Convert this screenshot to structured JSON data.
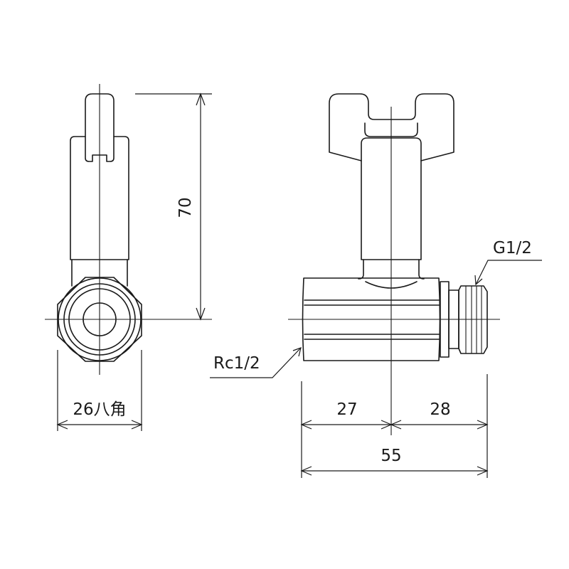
{
  "diagram": {
    "title": "Angle stop valve technical drawing",
    "colors": {
      "line": "#1a1a1a",
      "background": "#ffffff"
    },
    "views": [
      {
        "name": "side-view",
        "description": "End view showing octagonal nut and handle"
      },
      {
        "name": "front-view",
        "description": "Front view showing wing handle, body, and threaded outlet"
      }
    ],
    "dimensions": {
      "height": "70",
      "hex_width": "26八角",
      "left_length": "27",
      "right_length": "28",
      "total_length": "55"
    },
    "callouts": {
      "inlet_thread": "Rc1/2",
      "outlet_thread": "G1/2"
    }
  }
}
